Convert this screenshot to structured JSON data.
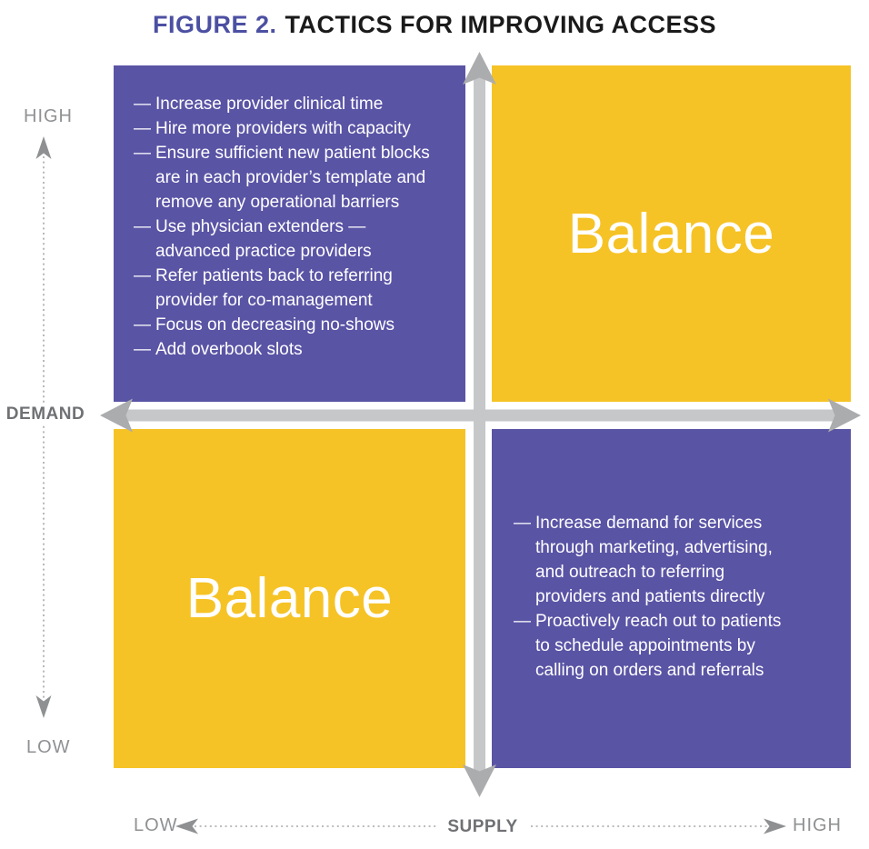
{
  "title": {
    "figure_label": "FIGURE 2.",
    "text": "TACTICS FOR IMPROVING ACCESS"
  },
  "bullet_dash": "—",
  "quadrants": {
    "top_left": {
      "position": "high demand / low supply",
      "items": [
        "Increase provider clinical time",
        "Hire more providers with capacity",
        "Ensure sufficient new patient blocks\nare in each provider’s template and\nremove any operational barriers",
        "Use physician extenders —\nadvanced practice providers",
        "Refer patients back to referring\nprovider for co-management",
        "Focus on decreasing no-shows",
        "Add overbook slots"
      ]
    },
    "top_right": {
      "position": "high demand / high supply",
      "label": "Balance"
    },
    "bottom_left": {
      "position": "low demand / low supply",
      "label": "Balance"
    },
    "bottom_right": {
      "position": "low demand / high supply",
      "items": [
        "Increase demand for services\nthrough marketing, advertising,\nand outreach to referring\nproviders and patients directly",
        "Proactively reach out to patients\nto schedule appointments by\ncalling on orders and referrals"
      ]
    }
  },
  "axes": {
    "demand": {
      "label": "DEMAND",
      "high": "HIGH",
      "low": "LOW"
    },
    "supply": {
      "label": "SUPPLY",
      "high": "HIGH",
      "low": "LOW"
    }
  },
  "colors": {
    "purple": "#5A54A5",
    "yellow": "#F6C326",
    "cross_arrow_shaft": "#C6C7C9",
    "cross_arrow_head": "#ABACAE",
    "axis_dotted_gray": "#A5A6A8",
    "axis_label_gray": "#8F9193",
    "axis_bold_label_gray": "#6F7174",
    "figure_label_purple": "#4C50A2",
    "balance_text": "#FFFFFF"
  }
}
